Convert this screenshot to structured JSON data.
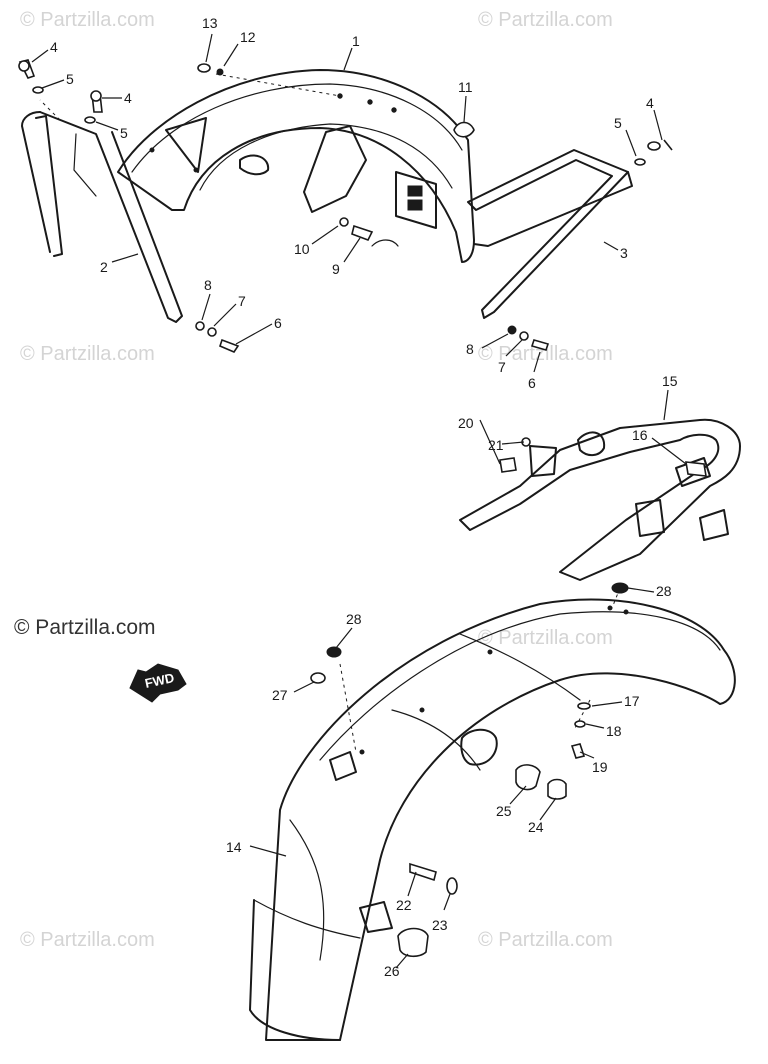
{
  "watermark": {
    "text": "© Partzilla.com",
    "color": "#d4d4d4",
    "main_color": "#333333"
  },
  "direction_label": "FWD",
  "callouts": [
    "1",
    "2",
    "3",
    "4",
    "5",
    "6",
    "7",
    "8",
    "9",
    "10",
    "11",
    "12",
    "13",
    "14",
    "15",
    "16",
    "17",
    "18",
    "19",
    "20",
    "21",
    "22",
    "23",
    "24",
    "25",
    "26",
    "27",
    "28"
  ]
}
